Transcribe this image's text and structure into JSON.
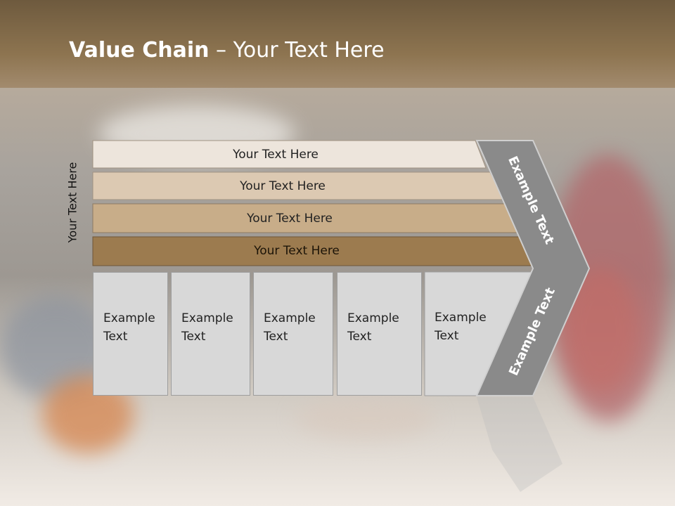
{
  "title": {
    "bold": "Value Chain",
    "rest": " – Your Text Here"
  },
  "side_label": "Your Text Here",
  "bars": [
    {
      "label": "Your Text Here",
      "color": "#ede5dc"
    },
    {
      "label": "Your Text Here",
      "color": "#dcc9b2"
    },
    {
      "label": "Your Text Here",
      "color": "#c8ad89"
    },
    {
      "label": "Your Text Here",
      "color": "#9c7b4f"
    }
  ],
  "boxes": [
    {
      "line1": "Example",
      "line2": "Text"
    },
    {
      "line1": "Example",
      "line2": "Text"
    },
    {
      "line1": "Example",
      "line2": "Text"
    },
    {
      "line1": "Example",
      "line2": "Text"
    },
    {
      "line1": "Example",
      "line2": "Text"
    }
  ],
  "chevron": {
    "upper": "Example Text",
    "lower": "Example Text",
    "color": "#8a8a8a"
  }
}
